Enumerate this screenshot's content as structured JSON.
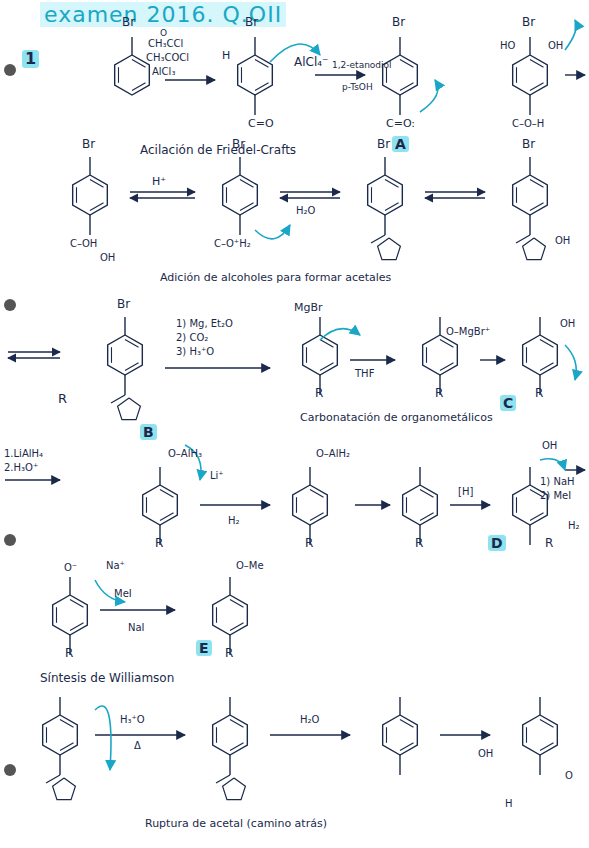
{
  "diagram": {
    "title": "examen 2016. Q.OII",
    "labels": [
      "1",
      "Br",
      "O",
      "CH₃CCl",
      "CH₃COCl",
      "AlCl₃",
      "Br",
      "H",
      "C=O",
      "AlCl₄⁻",
      "Br",
      "1,2-etanodiol",
      "p-TsOH",
      "C=O:",
      "A",
      "Br",
      "HO",
      "OH",
      "C–O–H",
      "Acilación de Friedel-Crafts",
      "Br",
      "H⁺",
      "C–OH",
      "OH",
      "Br",
      "C–O⁺H₂",
      "H₂O",
      "Br",
      "Br",
      "OH",
      "Adición de alcoholes para formar acetales",
      "Br",
      "R",
      "1) Mg, Et₂O",
      "2) CO₂",
      "3) H₃⁺O",
      "MgBr",
      "THF",
      "O–MgBr⁺",
      "OH",
      "C",
      "Carbonatación de organometálicos",
      "1.LiAlH₄",
      "2.H₃O⁺",
      "B",
      "O–AlH₃",
      "Li⁺",
      "H₂",
      "O–AlH₂",
      "[H]",
      "OH",
      "1) NaH",
      "2) MeI",
      "H₂",
      "D",
      "O⁻",
      "Na⁺",
      "MeI",
      "NaI",
      "O–Me",
      "E",
      "Síntesis de Williamson",
      "H₃⁺O",
      "Δ",
      "H₂O",
      "OH",
      "O",
      "H",
      "Ruptura de acetal (camino atrás)",
      "R",
      "R",
      "R",
      "R",
      "R",
      "R",
      "R",
      "R",
      "R"
    ]
  }
}
